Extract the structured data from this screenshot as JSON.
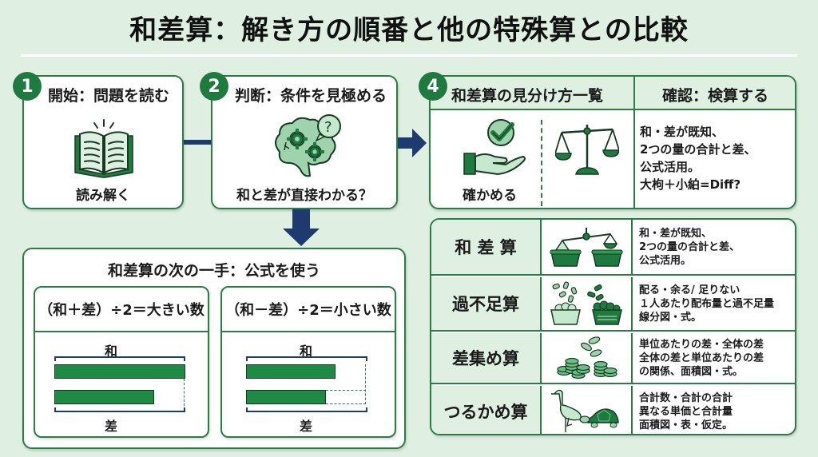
{
  "title": "和差算：解き方の順番と他の特殊算との比較",
  "colors": {
    "background": "#dff0e2",
    "accent_green": "#1f7a3f",
    "border_green": "#2a7d45",
    "arrow_navy": "#1e3a6e"
  },
  "steps": [
    {
      "number": "1",
      "heading": "開始：問題を読む",
      "icon": "open-book-icon",
      "caption": "読み解く"
    },
    {
      "number": "2",
      "heading": "判断：条件を見極める",
      "icon": "brain-gears-question-icon",
      "caption": "和と差が直接わかる？"
    },
    {
      "number": "4",
      "heading": "和差算の見分け方一覧",
      "icon_left": "hand-checkmark-icon",
      "icon_right": "balance-scale-icon",
      "caption": "確かめる",
      "check_heading": "確認：検算する",
      "check_lines": [
        "和・差が既知、",
        "2つの量の合計と差、",
        "公式活用。",
        "大枸＋小絈=Diff?"
      ]
    }
  ],
  "formula_section": {
    "heading": "和差算の次の一手：公式を使う",
    "formulas": [
      {
        "text": "（和＋差）÷2＝大きい数",
        "top_label": "和",
        "bottom_label": "差",
        "bar_long": 1.0,
        "bar_short": 0.76
      },
      {
        "text": "（和－差）÷2＝小さい数",
        "top_label": "和",
        "bottom_label": "差",
        "bar_long": 0.74,
        "bar_short": 0.66
      }
    ]
  },
  "comparison_table": {
    "rows": [
      {
        "name": "和 差 算",
        "icon": "balance-baskets-icon",
        "lines": [
          "和・差が既知、",
          "2つの量の合計と差、",
          "公式活用。"
        ]
      },
      {
        "name": "過不足算",
        "icon": "candies-baskets-icon",
        "lines": [
          "配る・余る/ 足りない",
          "１人あたり配布量と過不足量",
          "線分図・式。"
        ]
      },
      {
        "name": "差集め算",
        "icon": "coin-stacks-icon",
        "lines": [
          "単位あたりの差・全体の差",
          "全体の差と単位あたりの差",
          "の関係、面積図・式。"
        ]
      },
      {
        "name": "つるかめ算",
        "icon": "crane-turtle-icon",
        "lines": [
          "合計数・合計の合計",
          "異なる単価と合計量",
          "面積図・表・仮定。"
        ]
      }
    ]
  }
}
